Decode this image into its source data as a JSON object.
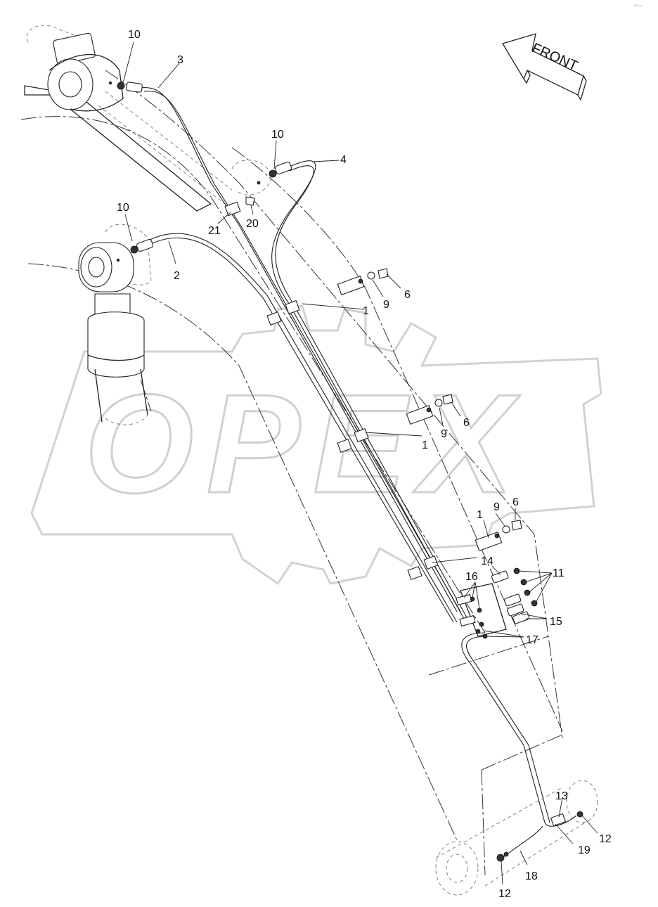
{
  "diagram": {
    "corner_mark": "ᵃᴮ ᵒᵒᵒ",
    "watermark": "OPEX",
    "direction_arrow": "FRONT",
    "part_labels": [
      {
        "id": "lbl-10-top",
        "text": "10"
      },
      {
        "id": "lbl-3",
        "text": "3"
      },
      {
        "id": "lbl-10-mid",
        "text": "10"
      },
      {
        "id": "lbl-4",
        "text": "4"
      },
      {
        "id": "lbl-10-left",
        "text": "10"
      },
      {
        "id": "lbl-2",
        "text": "2"
      },
      {
        "id": "lbl-21",
        "text": "21"
      },
      {
        "id": "lbl-20",
        "text": "20"
      },
      {
        "id": "lbl-6-a",
        "text": "6"
      },
      {
        "id": "lbl-9-a",
        "text": "9"
      },
      {
        "id": "lbl-1-a",
        "text": "1"
      },
      {
        "id": "lbl-6-b",
        "text": "6"
      },
      {
        "id": "lbl-9-b",
        "text": "9"
      },
      {
        "id": "lbl-1-b",
        "text": "1"
      },
      {
        "id": "lbl-1-c",
        "text": "1"
      },
      {
        "id": "lbl-9-c",
        "text": "9"
      },
      {
        "id": "lbl-6-c",
        "text": "6"
      },
      {
        "id": "lbl-14",
        "text": "14"
      },
      {
        "id": "lbl-11",
        "text": "11"
      },
      {
        "id": "lbl-16",
        "text": "16"
      },
      {
        "id": "lbl-15",
        "text": "15"
      },
      {
        "id": "lbl-17",
        "text": "17"
      },
      {
        "id": "lbl-13",
        "text": "13"
      },
      {
        "id": "lbl-12-right",
        "text": "12"
      },
      {
        "id": "lbl-19",
        "text": "19"
      },
      {
        "id": "lbl-18",
        "text": "18"
      },
      {
        "id": "lbl-12-bottom",
        "text": "12"
      }
    ]
  }
}
